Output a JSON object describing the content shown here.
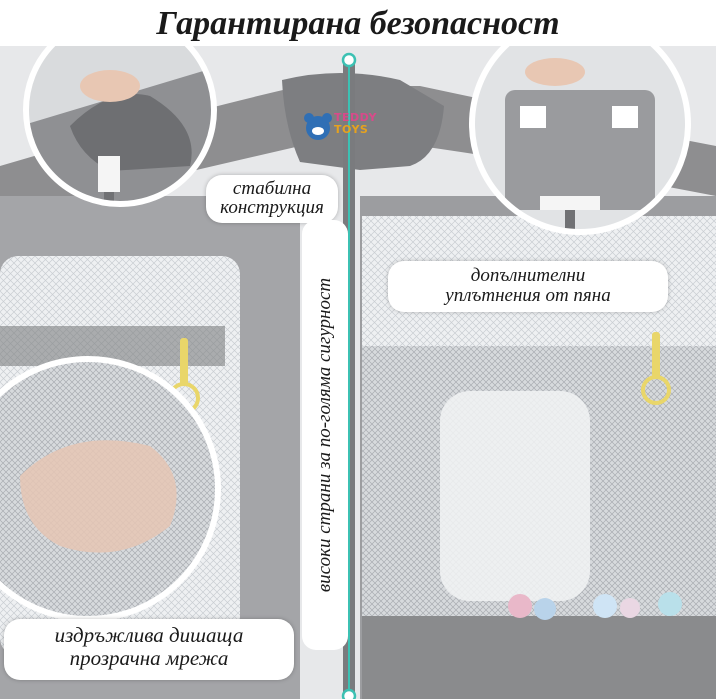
{
  "title": "Гарантирана безопасност",
  "labels": {
    "stable_line1": "стабилна",
    "stable_line2": "конструкция",
    "foam_line1": "допълнителни",
    "foam_line2": "уплътнения от пяна",
    "tall_sides": "високи страни за по-голяма сигурност",
    "mesh_line1": "издръжлива дишаща",
    "mesh_line2": "прозрачна мрежа"
  },
  "logo": {
    "line1": "TEDDY",
    "line2": "TOYS",
    "icon": "teddy-bear-logo-icon"
  },
  "colors": {
    "fabric": "#8e8e90",
    "fabric_dark": "#6f6f71",
    "mesh": "#e9ecef",
    "accent_teal": "#3cc1b3",
    "ring_yellow": "#e9d66a"
  }
}
